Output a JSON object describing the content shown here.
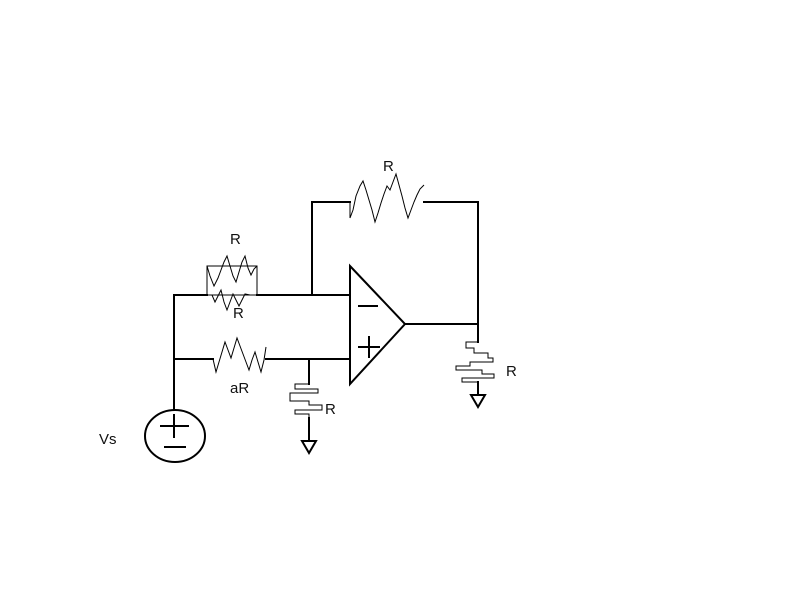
{
  "labels": {
    "r_feedback": "R",
    "r_parallel_top": "R",
    "r_parallel_bottom": "R",
    "r_input_plus": "aR",
    "r_plus_ground": "R",
    "r_output_load": "R",
    "source": "Vs"
  },
  "symbols": {
    "minus": "−",
    "plus": "+"
  },
  "colors": {
    "ink": "#000000",
    "background": "#ffffff"
  }
}
